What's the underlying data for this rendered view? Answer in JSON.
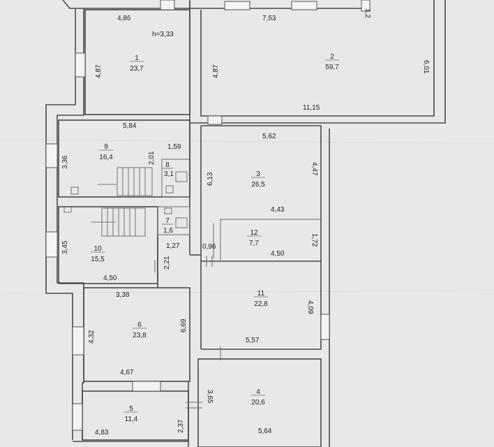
{
  "plan": {
    "height_note": "h=3,33",
    "rooms": [
      {
        "num": "1",
        "area": "23,7"
      },
      {
        "num": "2",
        "area": "59,7"
      },
      {
        "num": "3",
        "area": "26,5"
      },
      {
        "num": "4",
        "area": "20,6"
      },
      {
        "num": "5",
        "area": "11,4"
      },
      {
        "num": "6",
        "area": "23,8"
      },
      {
        "num": "7",
        "area": "1,6"
      },
      {
        "num": "8",
        "area": "3,1"
      },
      {
        "num": "9",
        "area": "16,4"
      },
      {
        "num": "10",
        "area": "15,5"
      },
      {
        "num": "11",
        "area": "22,8"
      },
      {
        "num": "12",
        "area": "7,7"
      }
    ],
    "dimensions": [
      "4,86",
      "7,53",
      "1,2",
      "4,87",
      "4,87",
      "6,01",
      "11,15",
      "5,84",
      "5,62",
      "3,36",
      "2,01",
      "1,59",
      "6,13",
      "4,47",
      "4,43",
      "3,45",
      "1,27",
      "2,21",
      "0,96",
      "1,72",
      "4,50",
      "4,50",
      "3,38",
      "4,09",
      "4,32",
      "6,69",
      "5,57",
      "4,67",
      "3,65",
      "2,37",
      "4,83",
      "5,64"
    ]
  }
}
